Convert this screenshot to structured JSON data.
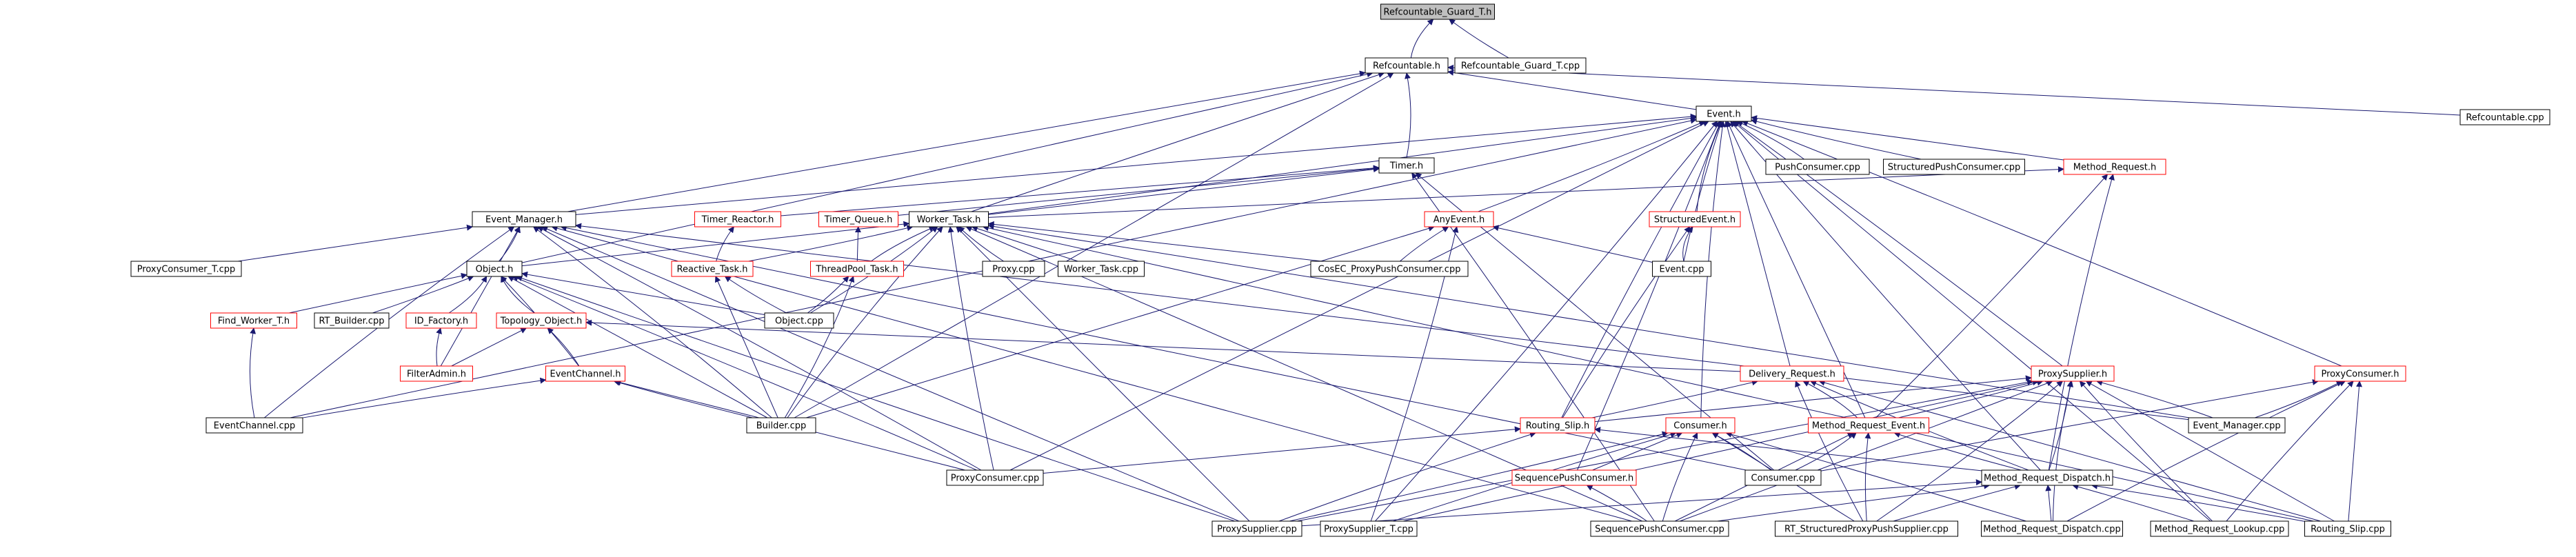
{
  "colors": {
    "edge": "#191970",
    "box": "#000000",
    "incomplete_box": "#ff0000",
    "root_fill": "#bfbfbf"
  },
  "nodes": [
    {
      "id": "rgt_h",
      "label": "Refcountable_Guard_T.h",
      "root": true
    },
    {
      "id": "ref_h",
      "label": "Refcountable.h"
    },
    {
      "id": "rgt_cpp",
      "label": "Refcountable_Guard_T.cpp"
    },
    {
      "id": "event_h",
      "label": "Event.h"
    },
    {
      "id": "ref_cpp",
      "label": "Refcountable.cpp"
    },
    {
      "id": "timer_h",
      "label": "Timer.h"
    },
    {
      "id": "pushcons_cpp",
      "label": "PushConsumer.cpp"
    },
    {
      "id": "structpush_cpp",
      "label": "StructuredPushConsumer.cpp"
    },
    {
      "id": "mreq_h",
      "label": "Method_Request.h",
      "red": true
    },
    {
      "id": "evmgr_h",
      "label": "Event_Manager.h"
    },
    {
      "id": "treact_h",
      "label": "Timer_Reactor.h",
      "red": true
    },
    {
      "id": "tqueue_h",
      "label": "Timer_Queue.h",
      "red": true
    },
    {
      "id": "wtask_h",
      "label": "Worker_Task.h"
    },
    {
      "id": "anyev_h",
      "label": "AnyEvent.h",
      "red": true
    },
    {
      "id": "structev_h",
      "label": "StructuredEvent.h",
      "red": true
    },
    {
      "id": "pct_cpp",
      "label": "ProxyConsumer_T.cpp"
    },
    {
      "id": "object_h",
      "label": "Object.h"
    },
    {
      "id": "reactask_h",
      "label": "Reactive_Task.h",
      "red": true
    },
    {
      "id": "tptask_h",
      "label": "ThreadPool_Task.h",
      "red": true
    },
    {
      "id": "proxy_cpp",
      "label": "Proxy.cpp"
    },
    {
      "id": "wtask_cpp",
      "label": "Worker_Task.cpp"
    },
    {
      "id": "cosec_cpp",
      "label": "CosEC_ProxyPushConsumer.cpp"
    },
    {
      "id": "event_cpp",
      "label": "Event.cpp"
    },
    {
      "id": "fwt_h",
      "label": "Find_Worker_T.h",
      "red": true
    },
    {
      "id": "rtb_cpp",
      "label": "RT_Builder.cpp"
    },
    {
      "id": "idf_h",
      "label": "ID_Factory.h",
      "red": true
    },
    {
      "id": "topo_h",
      "label": "Topology_Object.h",
      "red": true
    },
    {
      "id": "object_cpp",
      "label": "Object.cpp"
    },
    {
      "id": "fadmin_h",
      "label": "FilterAdmin.h",
      "red": true
    },
    {
      "id": "evchan_h",
      "label": "EventChannel.h",
      "red": true
    },
    {
      "id": "delreq_h",
      "label": "Delivery_Request.h",
      "red": true
    },
    {
      "id": "psup_h",
      "label": "ProxySupplier.h",
      "red": true
    },
    {
      "id": "pcons_h",
      "label": "ProxyConsumer.h",
      "red": true
    },
    {
      "id": "evchan_cpp",
      "label": "EventChannel.cpp"
    },
    {
      "id": "builder_cpp",
      "label": "Builder.cpp"
    },
    {
      "id": "rslip_h",
      "label": "Routing_Slip.h",
      "red": true
    },
    {
      "id": "cons_h",
      "label": "Consumer.h",
      "red": true
    },
    {
      "id": "mre_h",
      "label": "Method_Request_Event.h",
      "red": true
    },
    {
      "id": "evmgr_cpp",
      "label": "Event_Manager.cpp"
    },
    {
      "id": "spc_h",
      "label": "SequencePushConsumer.h",
      "red": true
    },
    {
      "id": "pcons_cpp",
      "label": "ProxyConsumer.cpp"
    },
    {
      "id": "cons_cpp",
      "label": "Consumer.cpp"
    },
    {
      "id": "mrd_h",
      "label": "Method_Request_Dispatch.h"
    },
    {
      "id": "psup_cpp",
      "label": "ProxySupplier.cpp"
    },
    {
      "id": "pst_cpp",
      "label": "ProxySupplier_T.cpp"
    },
    {
      "id": "spc_cpp",
      "label": "SequencePushConsumer.cpp"
    },
    {
      "id": "rtspps_cpp",
      "label": "RT_StructuredProxyPushSupplier.cpp"
    },
    {
      "id": "mrd_cpp",
      "label": "Method_Request_Dispatch.cpp"
    },
    {
      "id": "mrl_cpp",
      "label": "Method_Request_Lookup.cpp"
    },
    {
      "id": "rslip_cpp",
      "label": "Routing_Slip.cpp"
    }
  ]
}
